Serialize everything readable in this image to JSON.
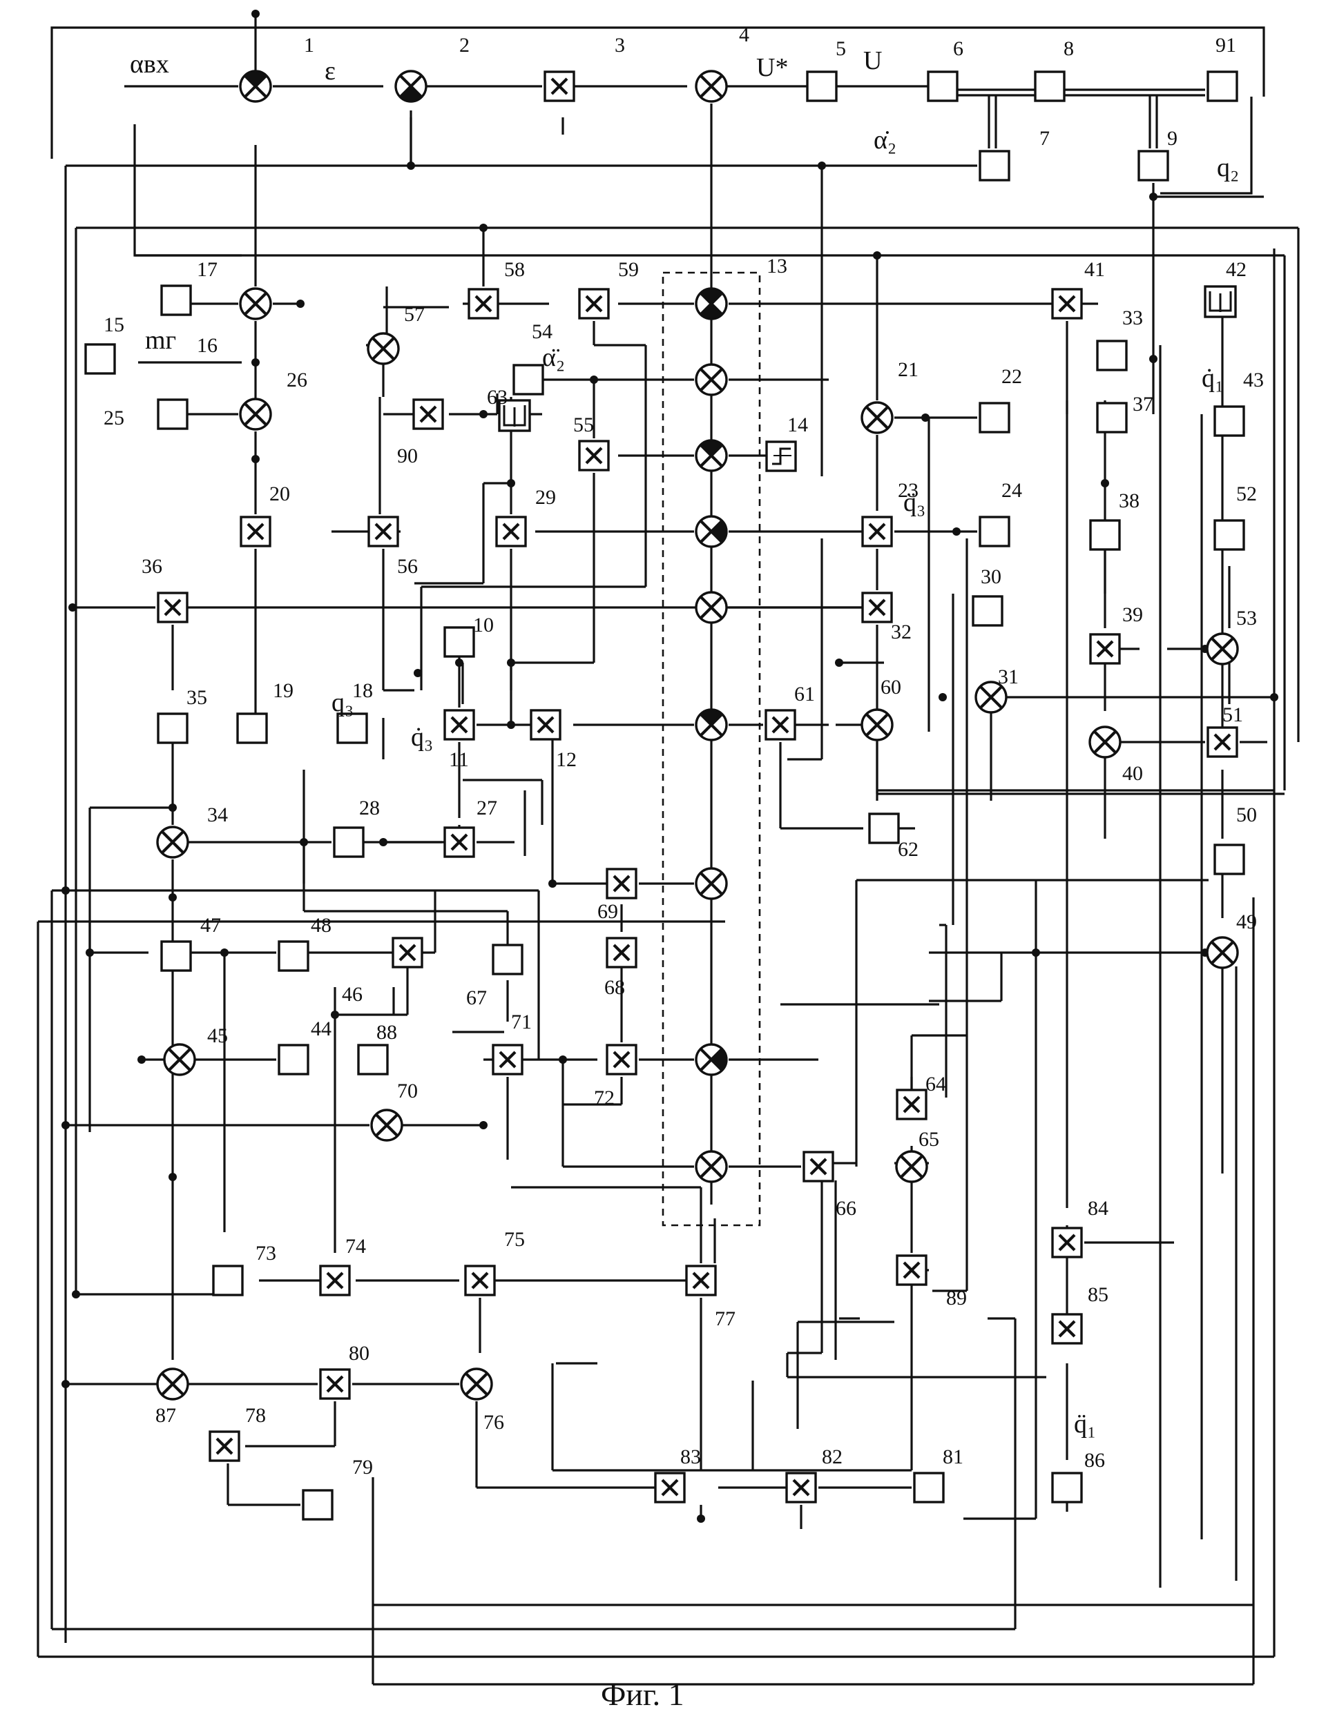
{
  "signals": {
    "alpha_in": "αвх",
    "epsilon": "ε",
    "u_star": "U*",
    "u": "U",
    "alpha2_dot": "α̇₂",
    "q2": "q₂",
    "m_g": "mг",
    "alpha2_ddot": "α̈₂",
    "q3": "q₃",
    "q3_ddot": "q̈₃",
    "q3_dot": "q̇₃",
    "q1_dot": "q̇₁",
    "q1_ddot": "q̈₁"
  },
  "blocks": {
    "boxes": [
      "5",
      "6",
      "7",
      "8",
      "9",
      "91",
      "10",
      "15",
      "17",
      "18",
      "19",
      "22",
      "24",
      "25",
      "28",
      "30",
      "33",
      "35",
      "37",
      "38",
      "43",
      "44",
      "47",
      "48",
      "50",
      "52",
      "54",
      "62",
      "67",
      "73",
      "79",
      "81",
      "86",
      "88"
    ],
    "multipliers": [
      "3",
      "11",
      "12",
      "20",
      "23",
      "27",
      "29",
      "32",
      "36",
      "39",
      "41",
      "46",
      "51",
      "55",
      "56",
      "58",
      "59",
      "61",
      "64",
      "66",
      "68",
      "69",
      "71",
      "72",
      "74",
      "75",
      "77",
      "78",
      "80",
      "82",
      "83",
      "84",
      "85",
      "89",
      "90"
    ],
    "summers": [
      "1",
      "2",
      "4",
      "16",
      "21",
      "26",
      "31",
      "34",
      "40",
      "45",
      "49",
      "53",
      "57",
      "60",
      "65",
      "70",
      "76",
      "87"
    ],
    "nonlinear": [
      "42",
      "63"
    ],
    "relay": "14",
    "summator_column": "13"
  },
  "caption": "Фиг. 1"
}
